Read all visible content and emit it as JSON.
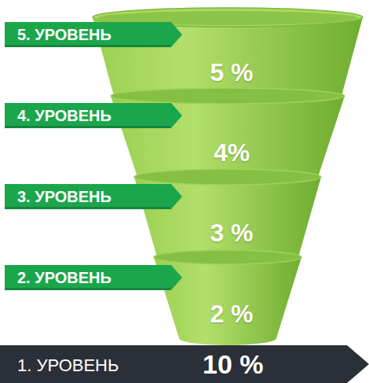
{
  "diagram": {
    "nodes": [
      {
        "text": [
          "5. УРОВЕНЬ"
        ]
      },
      {
        "text": [
          "5 %"
        ]
      },
      {
        "text": [
          "4. УРОВЕНЬ"
        ]
      },
      {
        "text": [
          "4%"
        ]
      },
      {
        "text": [
          "3. УРОВЕНЬ"
        ]
      },
      {
        "text": [
          "3 %"
        ]
      },
      {
        "text": [
          "2. УРОВЕНЬ"
        ]
      },
      {
        "text": [
          "2 %"
        ]
      },
      {
        "text": [
          "1. УРОВЕНЬ",
          "10 %"
        ]
      }
    ]
  }
}
